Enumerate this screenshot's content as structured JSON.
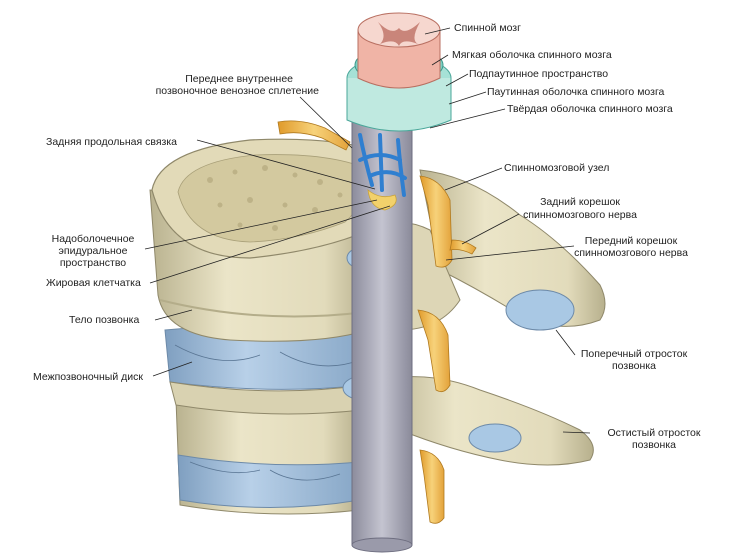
{
  "labels": {
    "spinal_cord": "Спинной мозг",
    "pia_mater": "Мягкая оболочка спинного мозга",
    "subarachnoid": "Подпаутинное пространство",
    "arachnoid": "Паутинная оболочка спинного мозга",
    "dura": "Твёрдая оболочка спинного мозга",
    "venous_plexus_1": "Переднее внутреннее",
    "venous_plexus_2": "позвоночное венозное сплетение",
    "post_ligament": "Задняя продольная связка",
    "ganglion": "Спинномозговой узел",
    "post_root_1": "Задний корешок",
    "post_root_2": "спинномозгового нерва",
    "ant_root_1": "Передний корешок",
    "ant_root_2": "спинномозгового нерва",
    "epidural_1": "Надоболочечное",
    "epidural_2": "эпидуральное",
    "epidural_3": "пространство",
    "fat": "Жировая клетчатка",
    "body": "Тело позвонка",
    "transverse_1": "Поперечный отросток",
    "transverse_2": "позвонка",
    "disc": "Межпозвоночный диск",
    "spinous_1": "Остистый отросток",
    "spinous_2": "позвонка"
  },
  "colors": {
    "bone": "#e9e3c6",
    "bone_shade": "#c9c2a0",
    "disc": "#a9c4df",
    "dura": "#a9a9b8",
    "nerve": "#f3c15a",
    "cord": "#f2b3a5",
    "meninges": "#8fd4c8",
    "vein": "#2f7fd0"
  }
}
